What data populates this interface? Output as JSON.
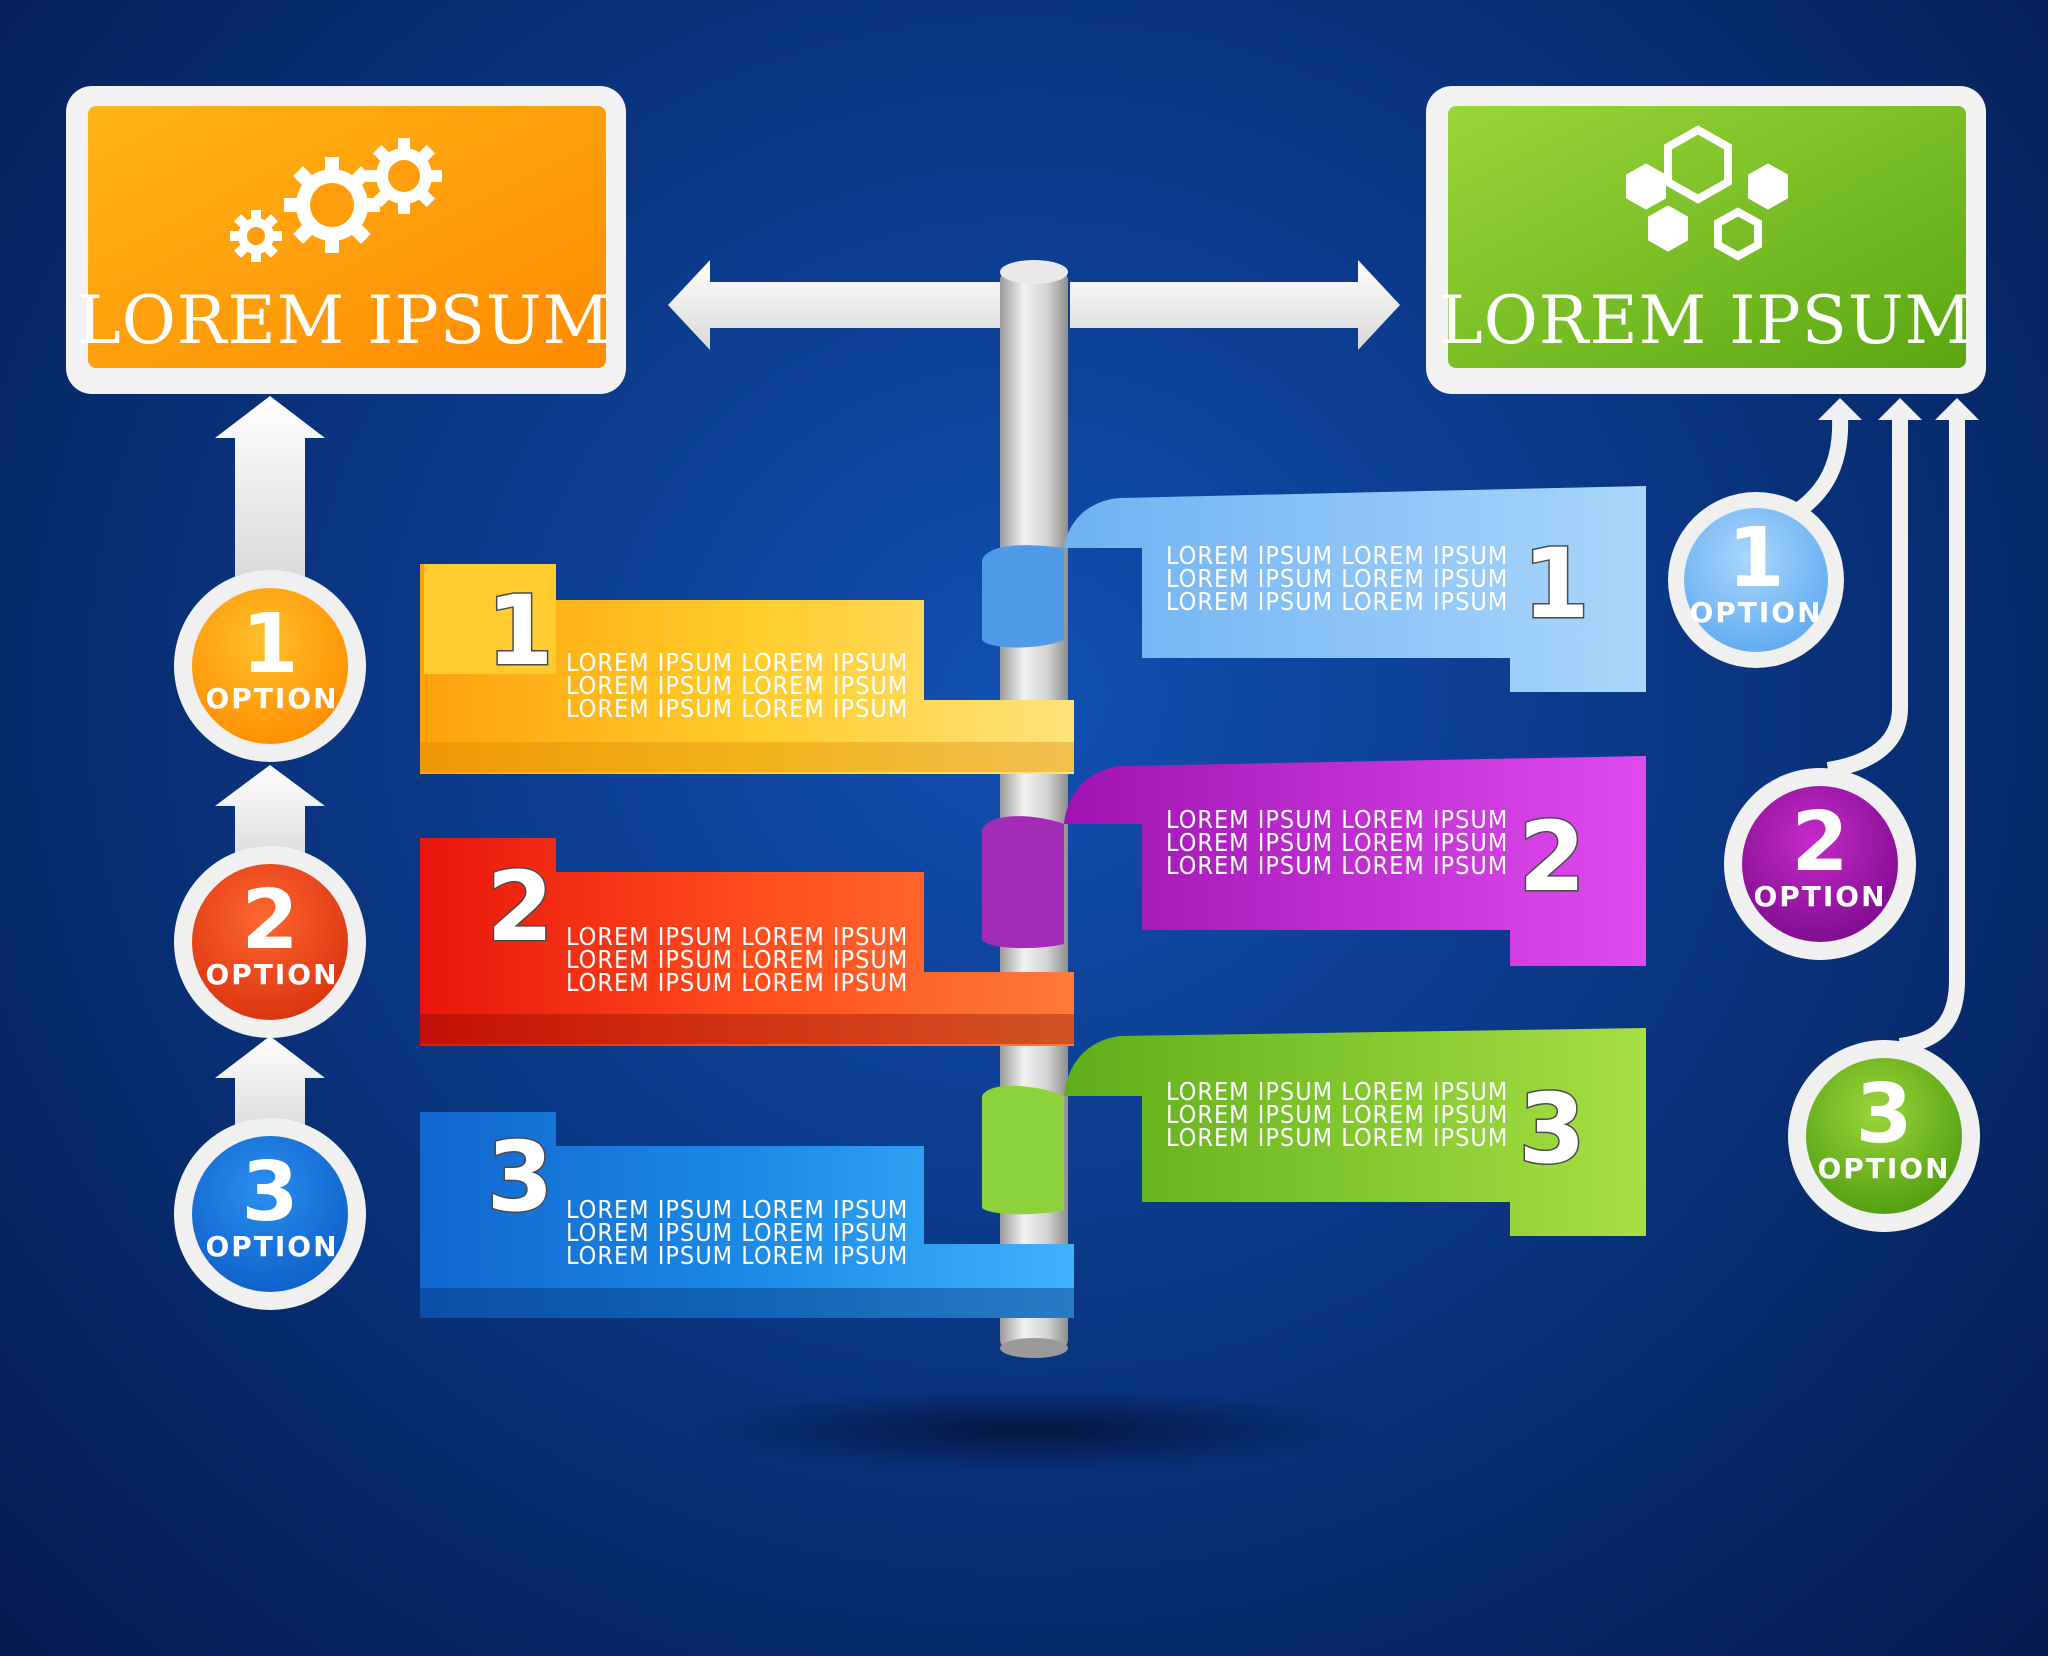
{
  "colors": {
    "orange": "#ff9a0a",
    "green": "#7dc223",
    "yellow": "#ffc524",
    "red": "#f2431a",
    "blue": "#1b86e2",
    "light_blue": "#8fc6f5",
    "purple": "#c21fc8",
    "lime": "#77c427",
    "background": "#0b3a8a"
  },
  "left_box": {
    "title": "LOREM IPSUM",
    "icon": "gears-icon"
  },
  "right_box": {
    "title": "LOREM IPSUM",
    "icon": "hexagons-icon"
  },
  "left_ribbons": [
    {
      "number": "1",
      "lines": [
        "LOREM IPSUM LOREM IPSUM",
        "LOREM IPSUM LOREM IPSUM",
        "LOREM IPSUM LOREM IPSUM"
      ]
    },
    {
      "number": "2",
      "lines": [
        "LOREM IPSUM LOREM IPSUM",
        "LOREM IPSUM LOREM IPSUM",
        "LOREM IPSUM LOREM IPSUM"
      ]
    },
    {
      "number": "3",
      "lines": [
        "LOREM IPSUM LOREM IPSUM",
        "LOREM IPSUM LOREM IPSUM",
        "LOREM IPSUM LOREM IPSUM"
      ]
    }
  ],
  "right_ribbons": [
    {
      "number": "1",
      "lines": [
        "LOREM IPSUM LOREM IPSUM",
        "LOREM IPSUM LOREM IPSUM",
        "LOREM IPSUM LOREM IPSUM"
      ]
    },
    {
      "number": "2",
      "lines": [
        "LOREM IPSUM LOREM IPSUM",
        "LOREM IPSUM LOREM IPSUM",
        "LOREM IPSUM LOREM IPSUM"
      ]
    },
    {
      "number": "3",
      "lines": [
        "LOREM IPSUM LOREM IPSUM",
        "LOREM IPSUM LOREM IPSUM",
        "LOREM IPSUM LOREM IPSUM"
      ]
    }
  ],
  "left_options": [
    {
      "number": "1",
      "label": "OPTION"
    },
    {
      "number": "2",
      "label": "OPTION"
    },
    {
      "number": "3",
      "label": "OPTION"
    }
  ],
  "right_options": [
    {
      "number": "1",
      "label": "OPTION"
    },
    {
      "number": "2",
      "label": "OPTION"
    },
    {
      "number": "3",
      "label": "OPTION"
    }
  ]
}
